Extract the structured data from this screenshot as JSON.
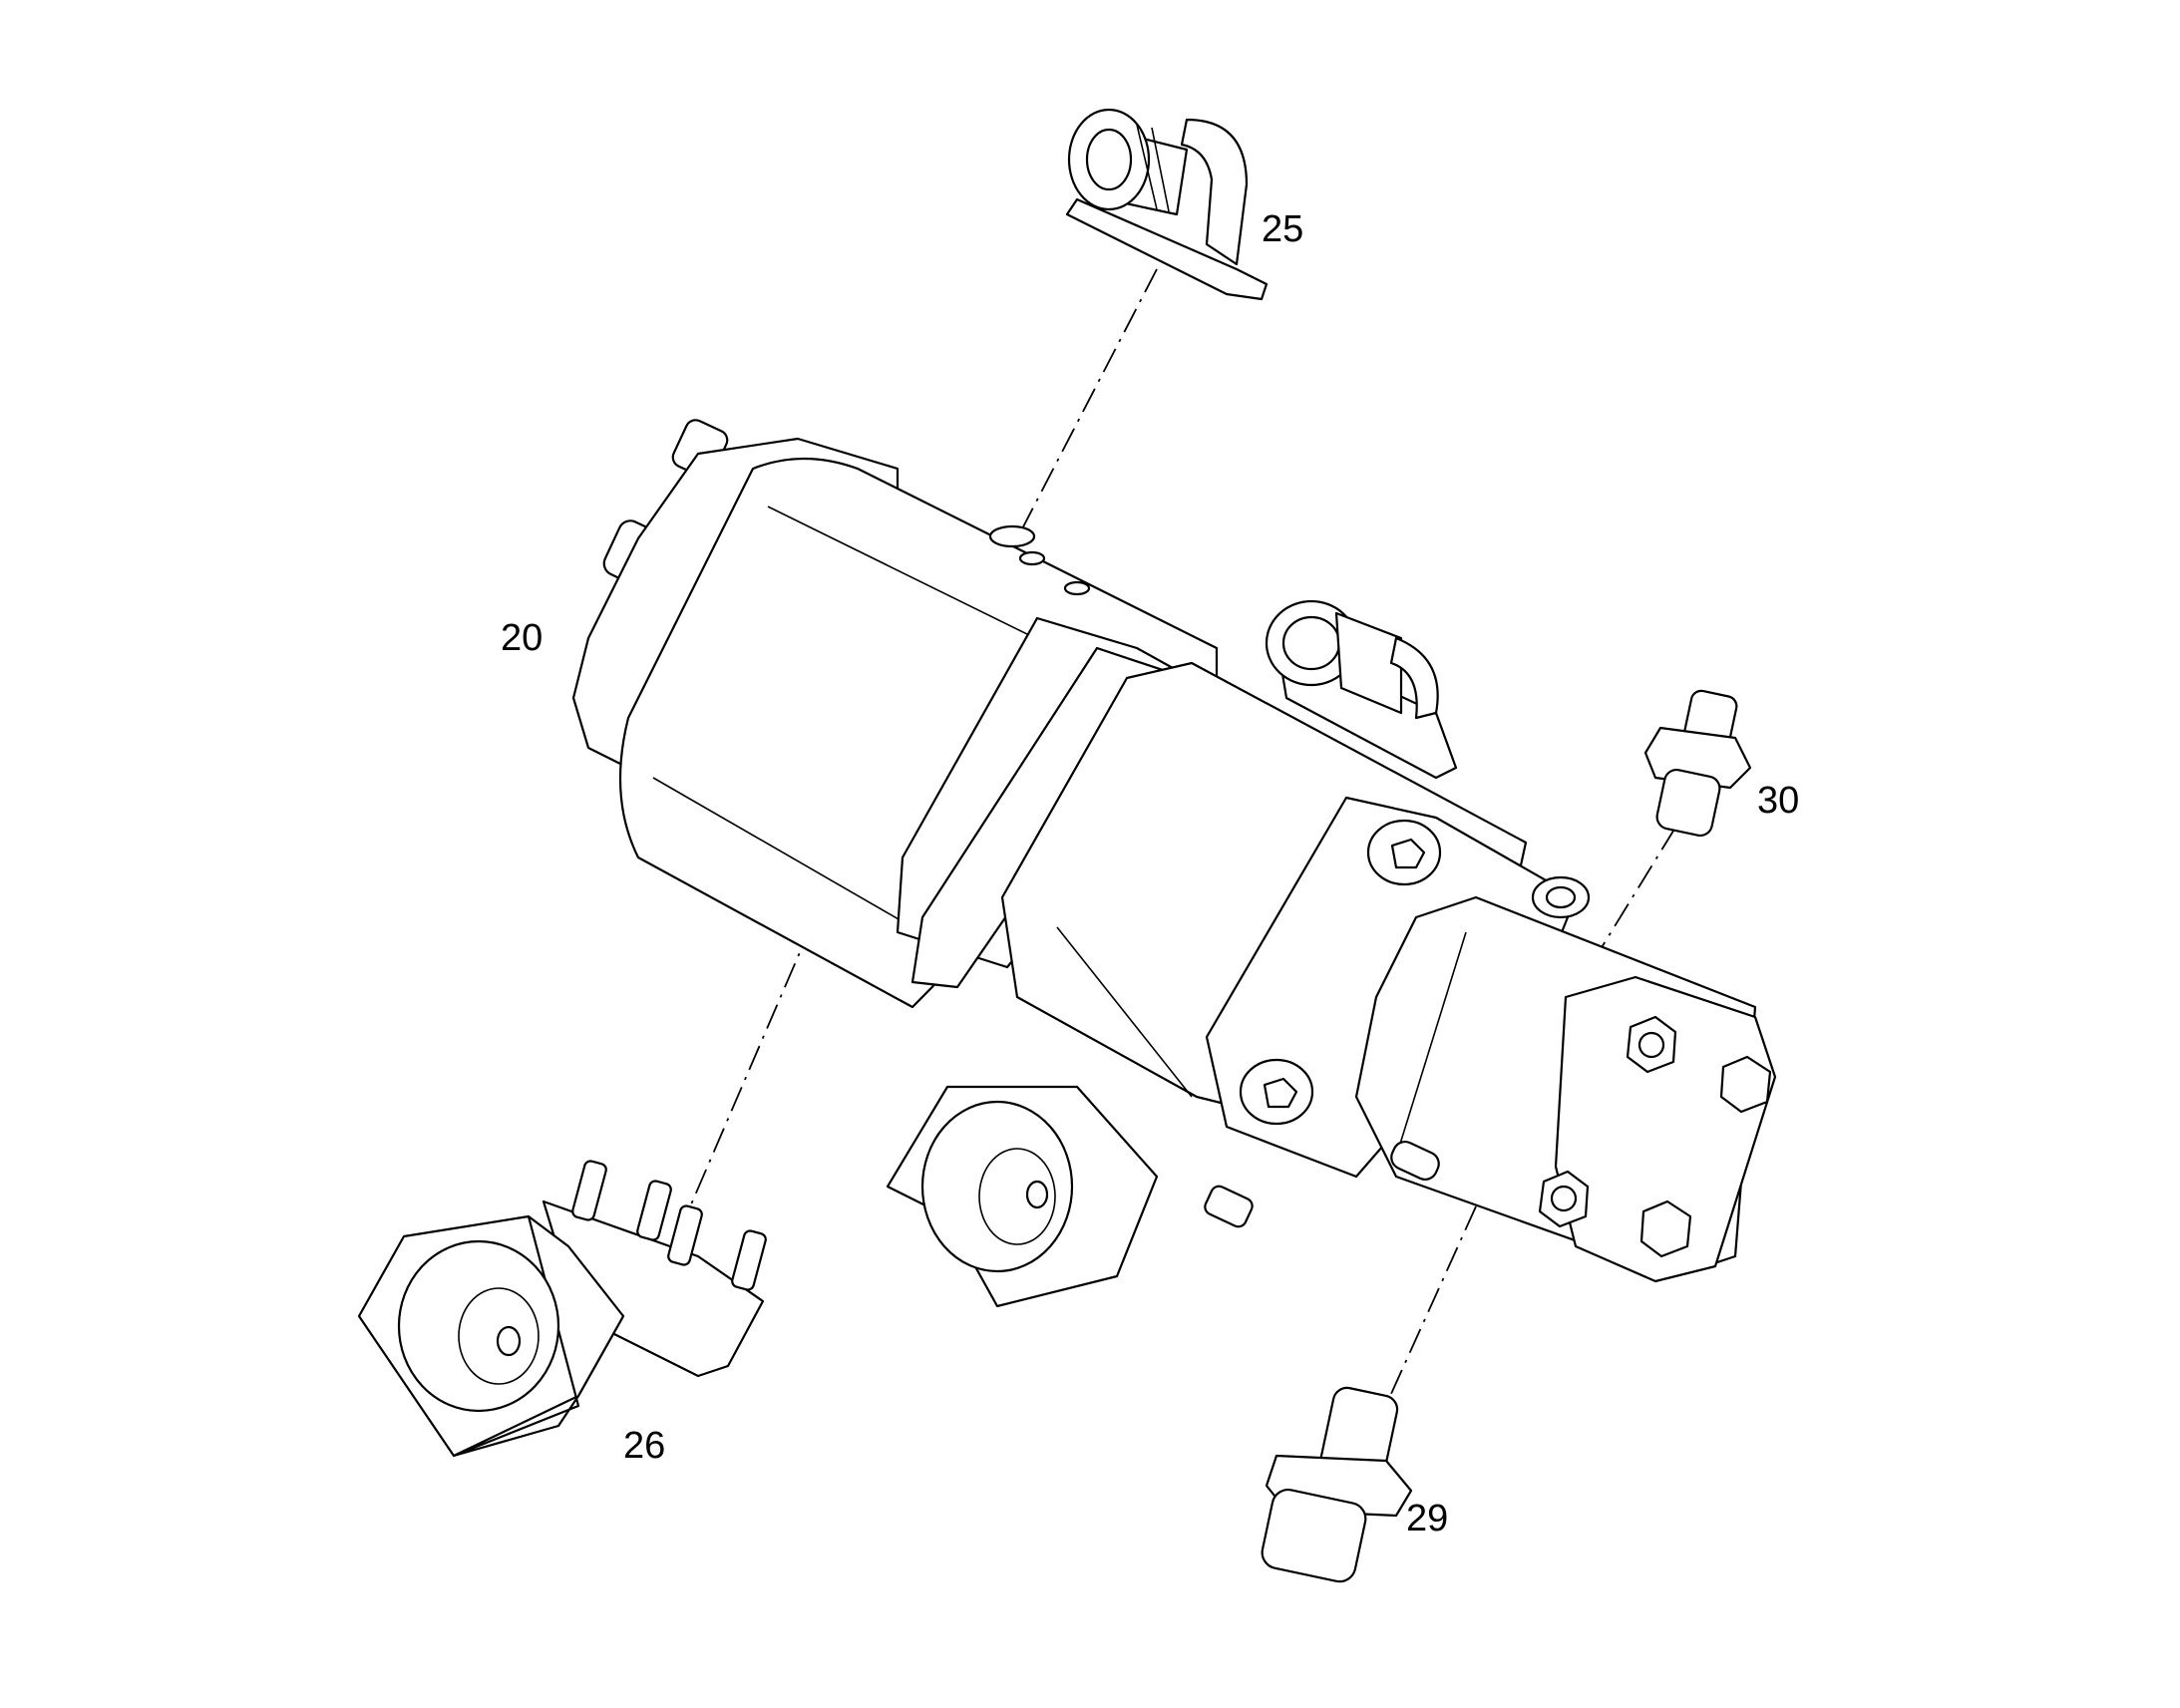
{
  "diagram": {
    "callouts": [
      {
        "id": "20",
        "label": "20"
      },
      {
        "id": "25",
        "label": "25"
      },
      {
        "id": "26",
        "label": "26"
      },
      {
        "id": "29",
        "label": "29"
      },
      {
        "id": "30",
        "label": "30"
      }
    ]
  },
  "colors": {
    "line": "#000000",
    "background": "#ffffff"
  }
}
